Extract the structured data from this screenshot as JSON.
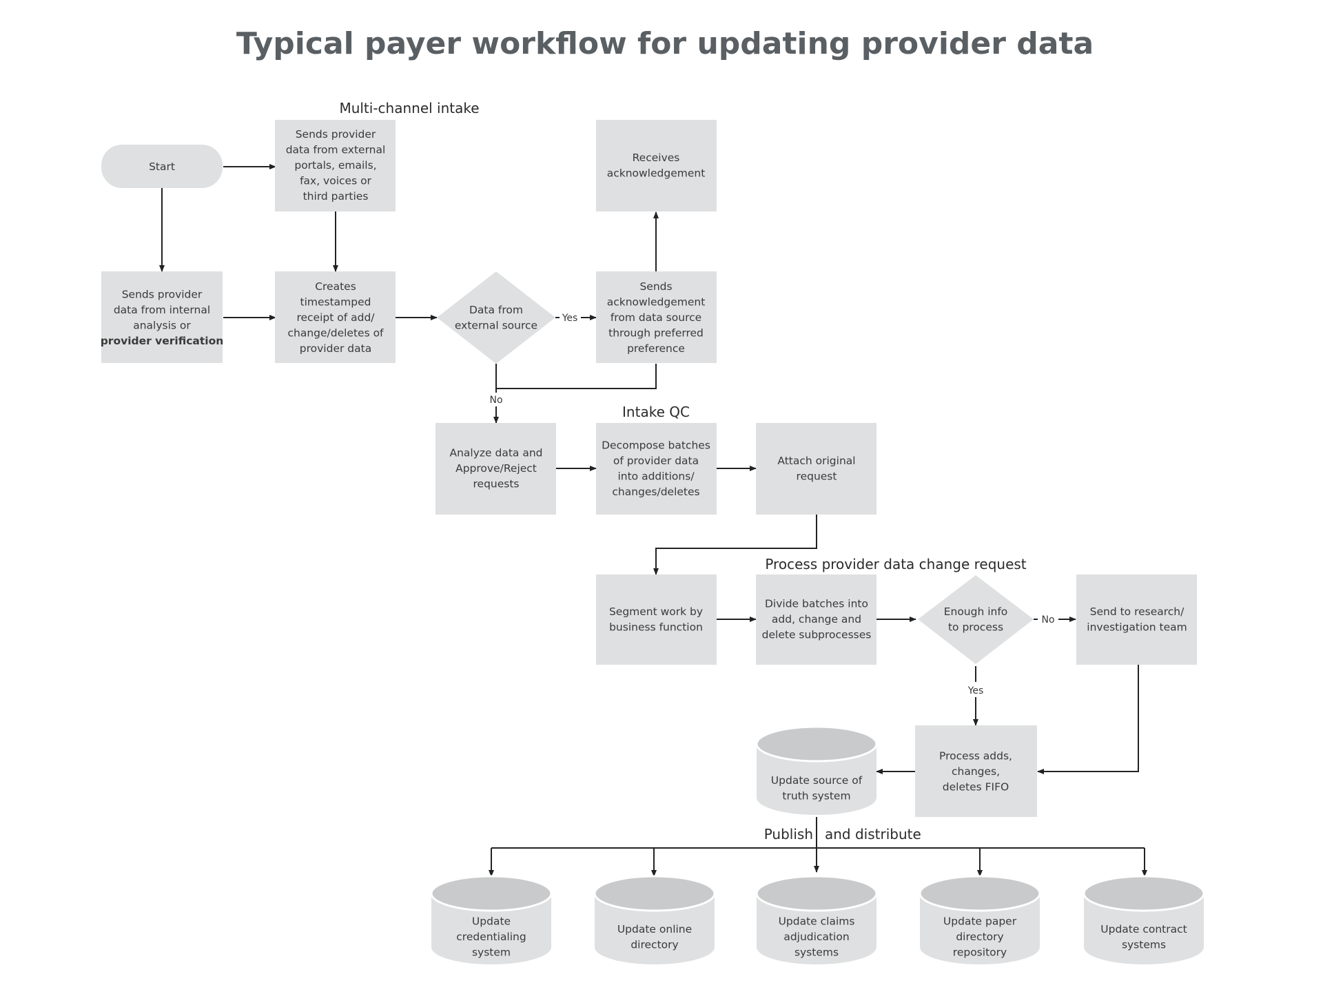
{
  "title": "Typical payer workflow for updating provider data",
  "sections": {
    "intake": "Multi-channel intake",
    "qc": "Intake QC",
    "process": "Process provider data change request",
    "publish_a": "Publish",
    "publish_b": "and distribute"
  },
  "nodes": {
    "start": [
      "Start"
    ],
    "external": [
      "Sends provider",
      "data from external",
      "portals, emails,",
      "fax, voices or",
      "third parties"
    ],
    "internal": [
      "Sends provider",
      "data from internal",
      "analysis or",
      "provider verification"
    ],
    "timestamp": [
      "Creates",
      "timestamped",
      "receipt of add/",
      "change/deletes of",
      "provider data"
    ],
    "decision_external": [
      "Data from",
      "external source"
    ],
    "send_ack": [
      "Sends",
      "acknowledgement",
      "from data source",
      "through preferred",
      "preference"
    ],
    "receive_ack": [
      "Receives",
      "acknowledgement"
    ],
    "analyze": [
      "Analyze data and",
      "Approve/Reject",
      "requests"
    ],
    "decompose": [
      "Decompose batches",
      "of provider data",
      "into additions/",
      "changes/deletes"
    ],
    "attach": [
      "Attach original",
      "request"
    ],
    "segment": [
      "Segment work by",
      "business function"
    ],
    "divide": [
      "Divide batches into",
      "add, change and",
      "delete subprocesses"
    ],
    "decision_enough": [
      "Enough info",
      "to process"
    ],
    "research": [
      "Send to research/",
      "investigation team"
    ],
    "process_fifo": [
      "Process adds,",
      "changes,",
      "deletes FIFO"
    ],
    "source_truth": [
      "Update source of",
      "truth system"
    ],
    "credentialing": [
      "Update",
      "credentialing",
      "system"
    ],
    "online_dir": [
      "Update online",
      "directory"
    ],
    "claims": [
      "Update claims",
      "adjudication",
      "systems"
    ],
    "paper_dir": [
      "Update paper",
      "directory",
      "repository"
    ],
    "contract": [
      "Update contract",
      "systems"
    ]
  },
  "edge_labels": {
    "yes_ack": "Yes",
    "no_analyze": "No",
    "no_research": "No",
    "yes_process": "Yes"
  }
}
